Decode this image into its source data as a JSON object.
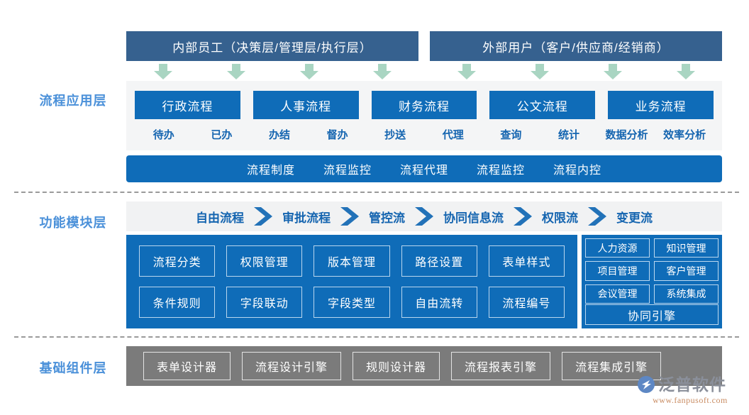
{
  "layers": [
    {
      "label": "流程应用层"
    },
    {
      "label": "功能模块层"
    },
    {
      "label": "基础组件层"
    }
  ],
  "application_layer": {
    "headers": [
      {
        "label": "内部员工（决策层/管理层/执行层）",
        "icon": "internal-users"
      },
      {
        "label": "外部用户（客户/供应商/经销商）",
        "icon": "external-users"
      }
    ],
    "arrow_icon": "arrow-down-icon",
    "arrow_count_per_group": 4,
    "arrow_color": "#a9d5c2",
    "process_boxes": [
      {
        "label": "行政流程"
      },
      {
        "label": "人事流程"
      },
      {
        "label": "财务流程"
      },
      {
        "label": "公文流程"
      },
      {
        "label": "业务流程"
      }
    ],
    "tags": [
      {
        "label": "待办"
      },
      {
        "label": "已办"
      },
      {
        "label": "办结"
      },
      {
        "label": "督办"
      },
      {
        "label": "抄送"
      },
      {
        "label": "代理"
      },
      {
        "label": "查询"
      },
      {
        "label": "统计"
      },
      {
        "label": "数据分析"
      },
      {
        "label": "效率分析"
      }
    ],
    "governance_bar": [
      {
        "label": "流程制度"
      },
      {
        "label": "流程监控"
      },
      {
        "label": "流程代理"
      },
      {
        "label": "流程监控"
      },
      {
        "label": "流程内控"
      }
    ]
  },
  "module_layer": {
    "flow_steps": [
      {
        "label": "自由流程"
      },
      {
        "label": "审批流程"
      },
      {
        "label": "管控流"
      },
      {
        "label": "协同信息流"
      },
      {
        "label": "权限流"
      },
      {
        "label": "变更流"
      }
    ],
    "chevron_icon": "chevron-right-icon",
    "module_rows": [
      [
        {
          "label": "流程分类"
        },
        {
          "label": "权限管理"
        },
        {
          "label": "版本管理"
        },
        {
          "label": "路径设置"
        },
        {
          "label": "表单样式"
        }
      ],
      [
        {
          "label": "条件规则"
        },
        {
          "label": "字段联动"
        },
        {
          "label": "字段类型"
        },
        {
          "label": "自由流转"
        },
        {
          "label": "流程编号"
        }
      ]
    ],
    "side_columns": [
      [
        {
          "label": "人力资源"
        },
        {
          "label": "项目管理"
        },
        {
          "label": "会议管理"
        }
      ],
      [
        {
          "label": "知识管理"
        },
        {
          "label": "客户管理"
        },
        {
          "label": "系统集成"
        }
      ]
    ],
    "side_footer": {
      "label": "协同引擎"
    }
  },
  "base_layer": {
    "components": [
      {
        "label": "表单设计器"
      },
      {
        "label": "流程设计引擎"
      },
      {
        "label": "规则设计器"
      },
      {
        "label": "流程报表引擎"
      },
      {
        "label": "流程集成引擎"
      }
    ]
  },
  "watermark": {
    "brand": "泛普软件",
    "url": "www.fanpusoft.com",
    "logo_icon": "fanpu-logo-icon"
  },
  "colors": {
    "header_blue": "#36618f",
    "primary_blue": "#0f6cb8",
    "label_blue": "#4a90d9",
    "text_blue": "#1565b0",
    "panel_gray": "#f4f5f6",
    "band_gray": "#f1f2f3",
    "base_gray": "#7b7b7b",
    "arrow_green": "#a9d5c2",
    "divider_gray": "#9a9a9a"
  }
}
